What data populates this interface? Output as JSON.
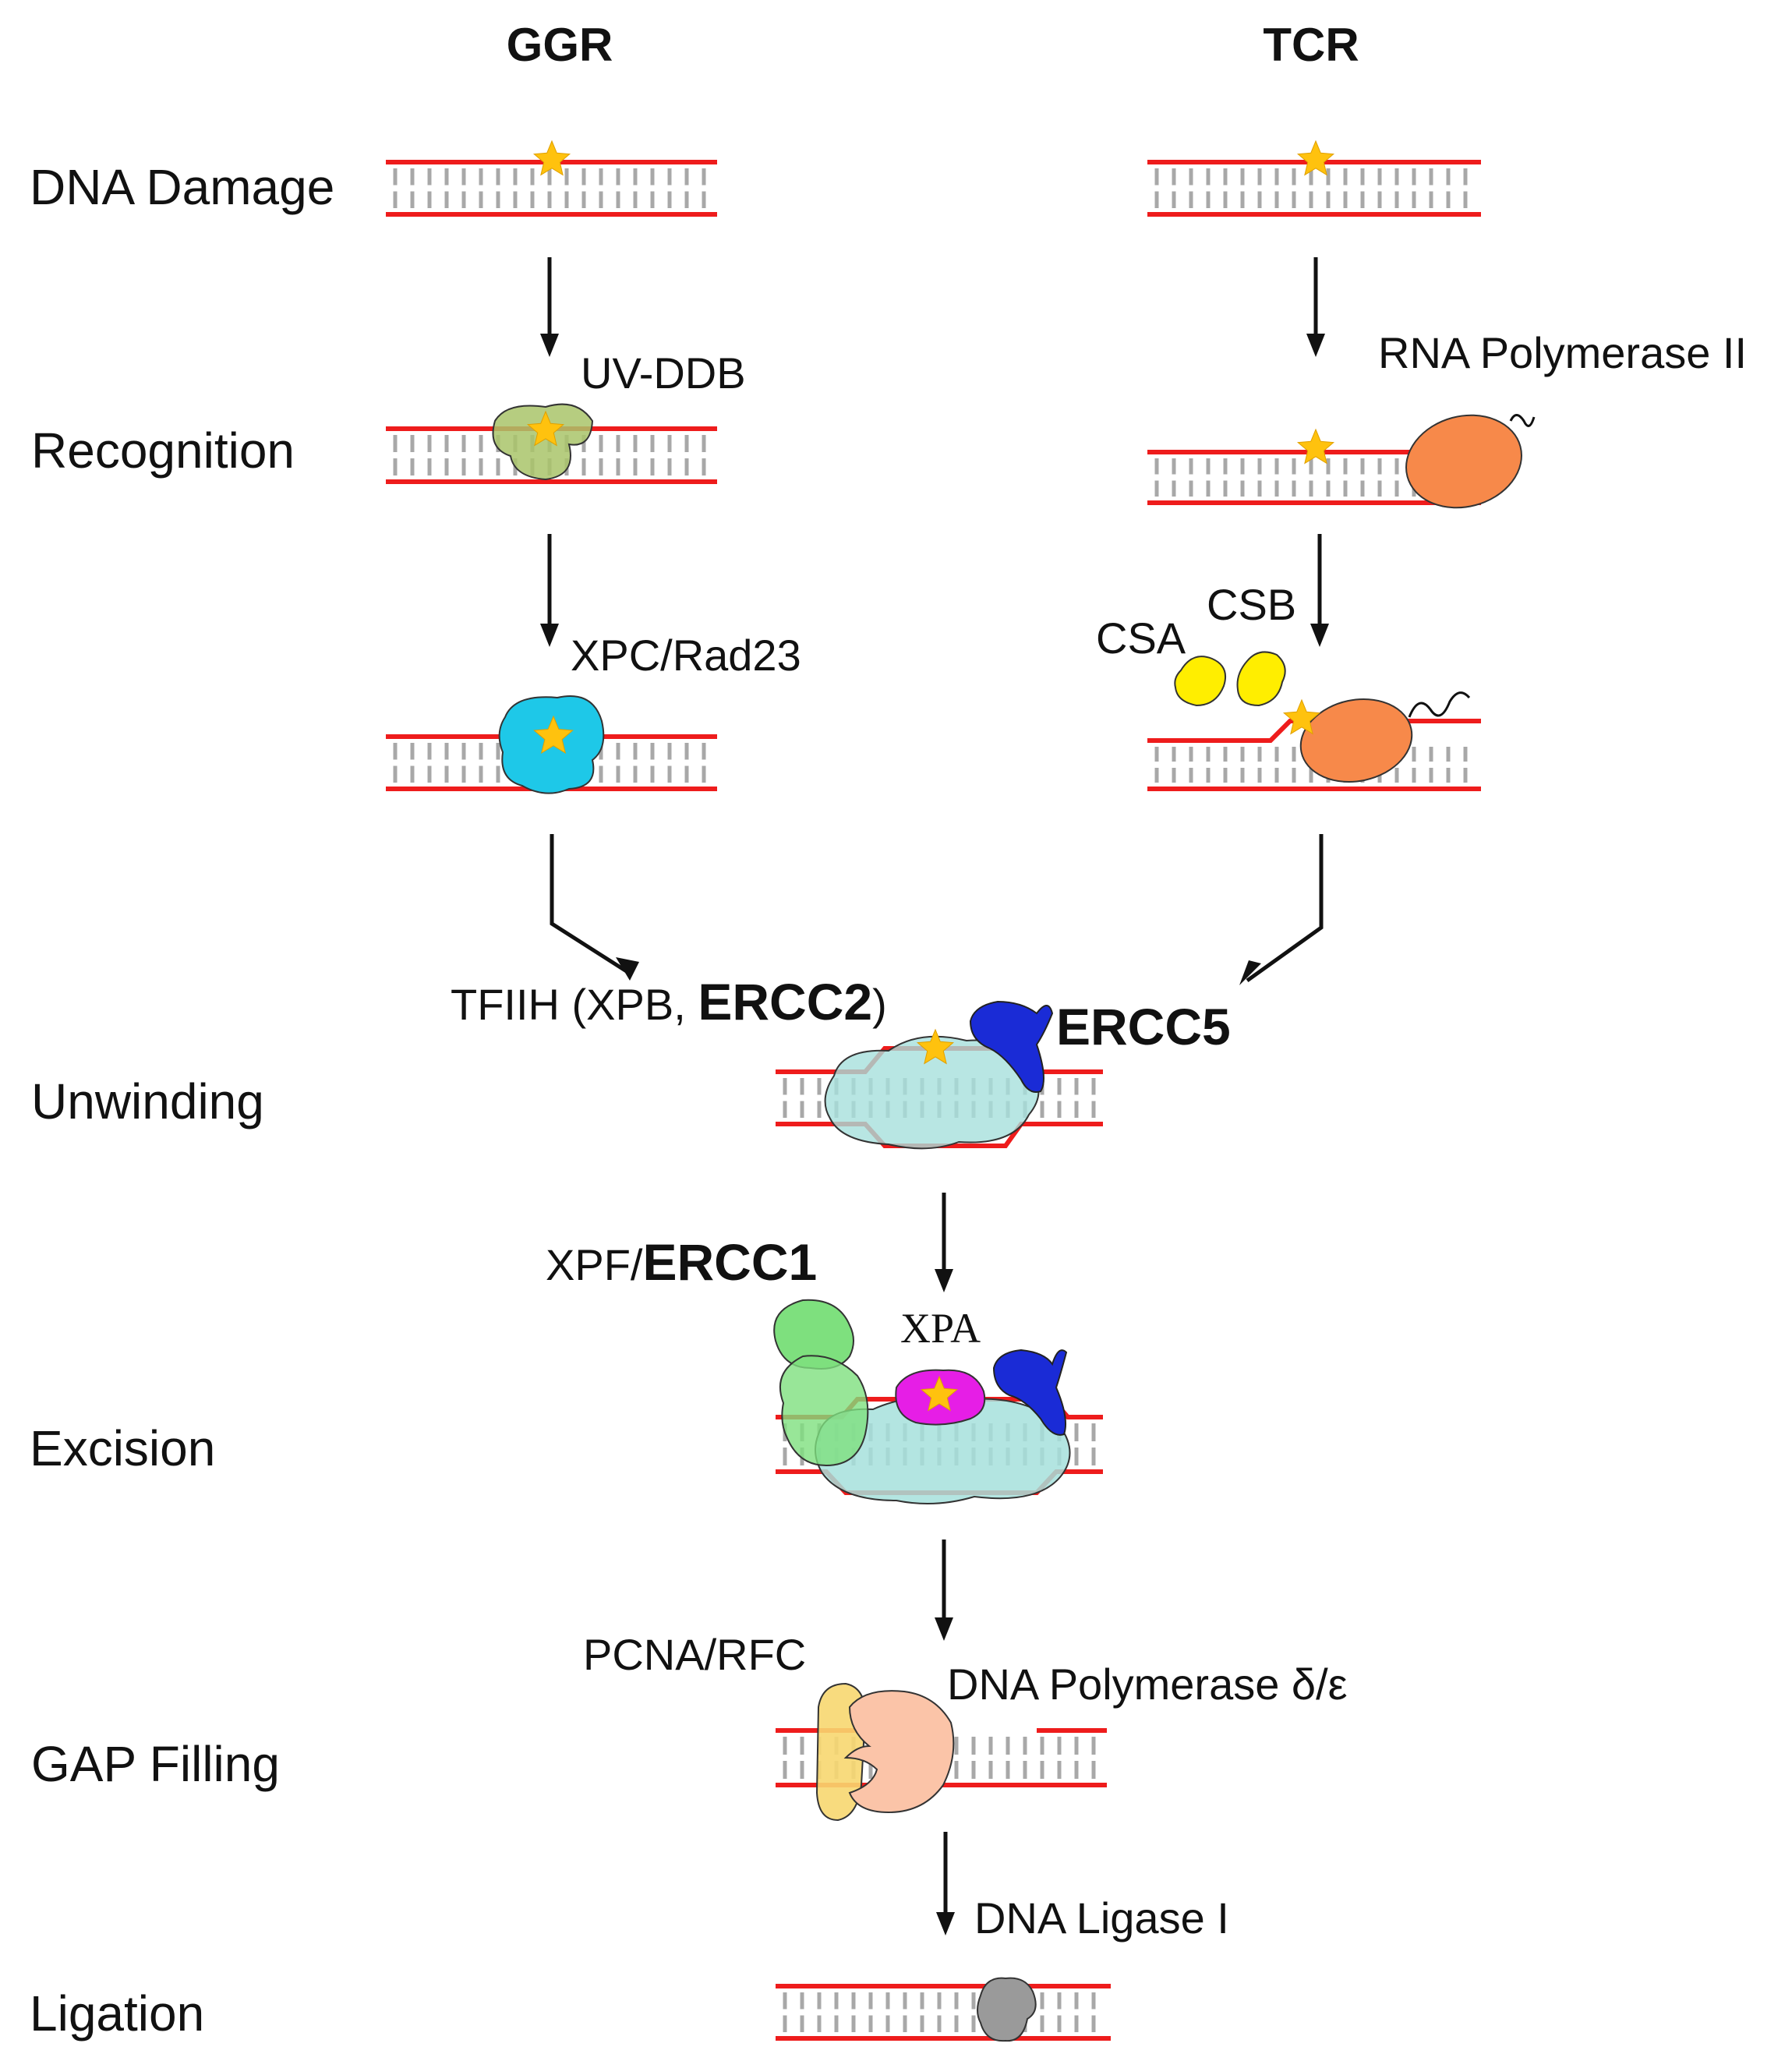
{
  "headers": {
    "ggr": "GGR",
    "tcr": "TCR"
  },
  "stages": {
    "dna_damage": "DNA Damage",
    "recognition": "Recognition",
    "unwinding": "Unwinding",
    "excision": "Excision",
    "gap_filling": "GAP Filling",
    "ligation": "Ligation"
  },
  "proteins": {
    "uv_ddb": "UV-DDB",
    "xpc_rad23": "XPC/Rad23",
    "rna_pol_ii": "RNA Polymerase II",
    "csb": "CSB",
    "csa": "CSA",
    "tfiih_prefix": "TFIIH (XPB, ",
    "ercc2": "ERCC2",
    "tfiih_suffix": ")",
    "ercc5": "ERCC5",
    "xpf_prefix": "XPF/",
    "ercc1": "ERCC1",
    "xpa": "XPA",
    "pcna_rfc": "PCNA/RFC",
    "dna_pol": "DNA Polymerase δ/ε",
    "dna_ligase": "DNA Ligase I"
  },
  "colors": {
    "strand": "#ee1c1c",
    "base": "#a8a8a8",
    "damage_star": "#ffc20e",
    "uv_ddb": "#a9c46a",
    "xpc_rad23": "#1ec8e8",
    "rna_pol_ii": "#f7894a",
    "csa_csb": "#ffee00",
    "tfiih": "#a6e0dc",
    "ercc5": "#1a2bd6",
    "xpf_ercc1": "#7ee07e",
    "xpa": "#e61ee6",
    "pcna_rfc": "#f7d770",
    "dna_pol": "#fbc4a8",
    "dna_ligase": "#9a9a9a"
  }
}
